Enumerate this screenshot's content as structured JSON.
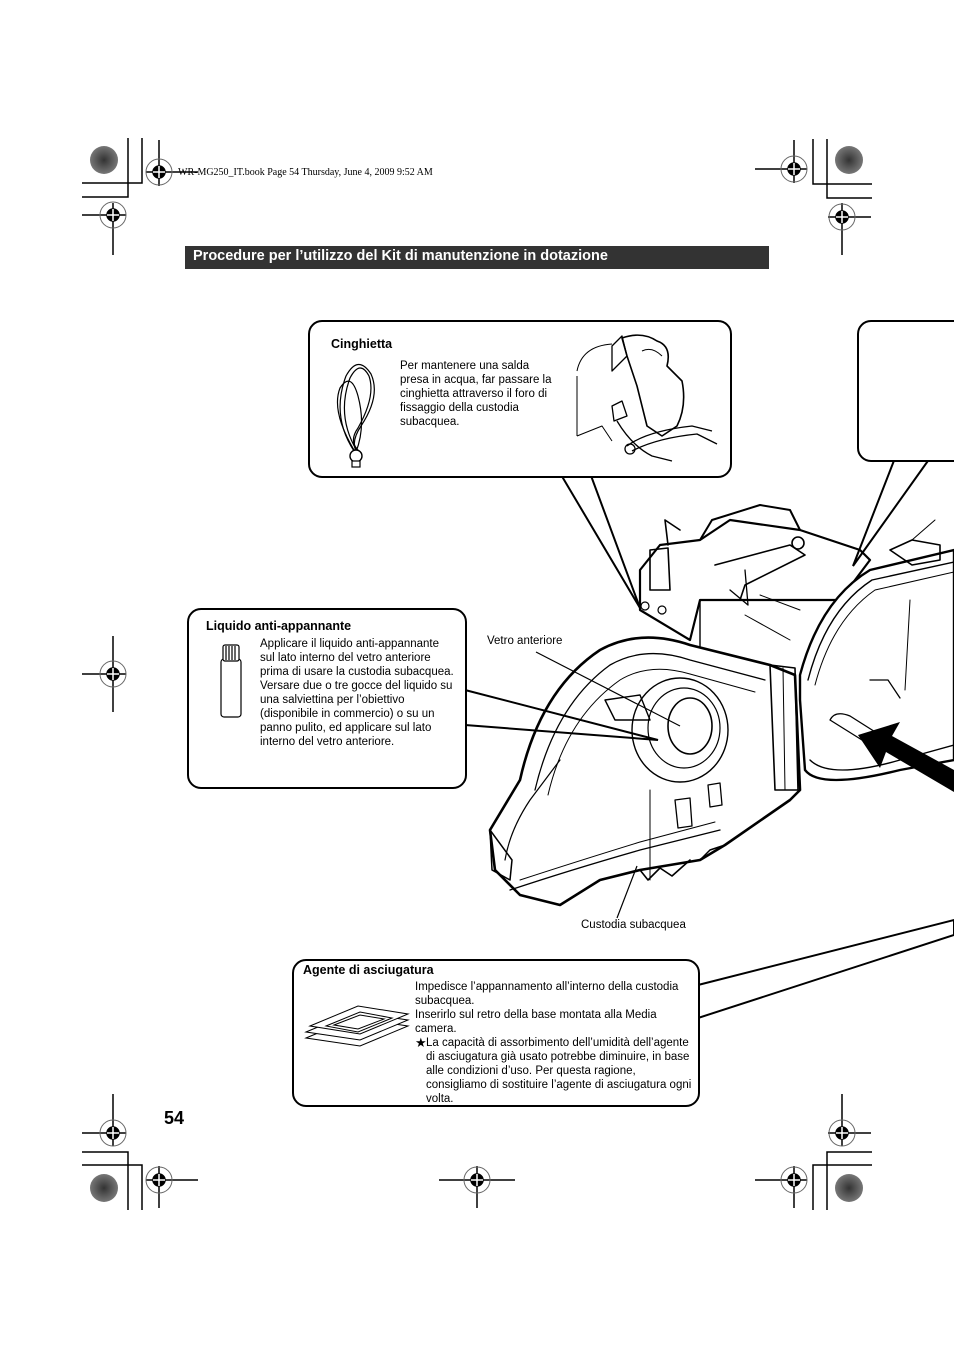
{
  "print_header": {
    "text": "WR-MG250_IT.book  Page 54  Thursday, June 4, 2009  9:52 AM"
  },
  "section": {
    "title": "Procedure per l’utilizzo del Kit di manutenzione in dotazione"
  },
  "callouts": {
    "strap": {
      "title": "Cinghietta",
      "text": "Per mantenere una salda presa in acqua, far passare la cinghietta attraverso il foro di fissaggio della custodia subacquea."
    },
    "antifog": {
      "title": "Liquido anti-appannante",
      "paragraphs": [
        "Applicare il liquido anti-appannante sul lato interno del vetro anteriore prima di usare la custodia subacquea.",
        "Versare due o tre gocce del liquido su una salviettina per l’obiettivo (disponibile in commercio) o su un panno pulito, ed applicare sul lato interno del vetro anteriore."
      ]
    },
    "desiccant": {
      "title": "Agente di asciugatura",
      "paragraphs": [
        "Impedisce l’appannamento all’interno della custodia subacquea.",
        "Inserirlo sul retro della base montata alla Media camera."
      ],
      "note_symbol": "★",
      "note": "La capacità di assorbimento dell’umidità dell’agente di asciugatura già usato potrebbe diminuire, in base alle condizioni d’uso. Per questa ragione, consigliamo di sostituire l’agente di asciugatura ogni volta."
    }
  },
  "diagram_labels": {
    "front_glass": "Vetro anteriore",
    "housing": "Custodia subacquea"
  },
  "icons": {
    "registration_marks": "crosshair-circle",
    "color_bars": "starburst-disc",
    "crop_marks": "corner-lines",
    "arrow": "insert-arrow"
  },
  "page_number": "54"
}
